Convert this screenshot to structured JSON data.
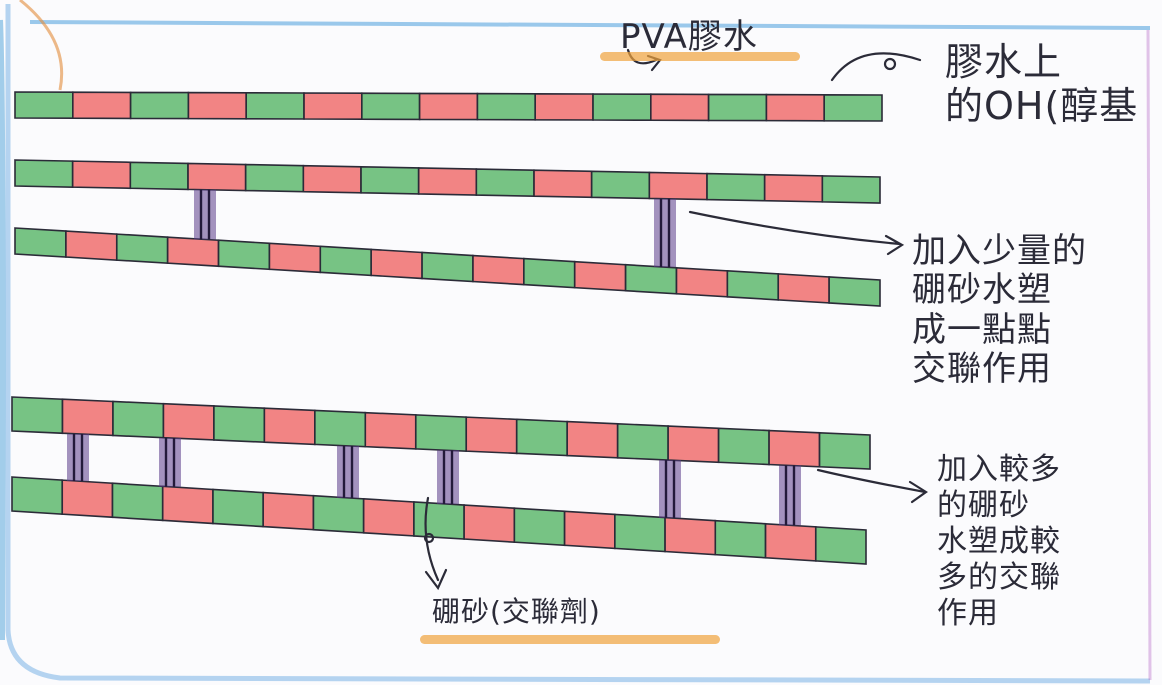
{
  "labels": {
    "pva": "PVA膠水",
    "oh": [
      "膠水上",
      "的OH(醇基"
    ],
    "small": [
      "加入少量的",
      "硼砂水塑",
      "成一點點",
      "交聯作用"
    ],
    "large": [
      "加入較多",
      "的硼砂",
      "水塑成較",
      "多的交聯",
      "作用"
    ],
    "borax": "硼砂(交聯劑)"
  },
  "colors": {
    "green": "#5fb86e",
    "red": "#f06f6f",
    "purple": "#5b3c8a",
    "ink": "#2b2b38",
    "highlight": "#f0a23c"
  }
}
